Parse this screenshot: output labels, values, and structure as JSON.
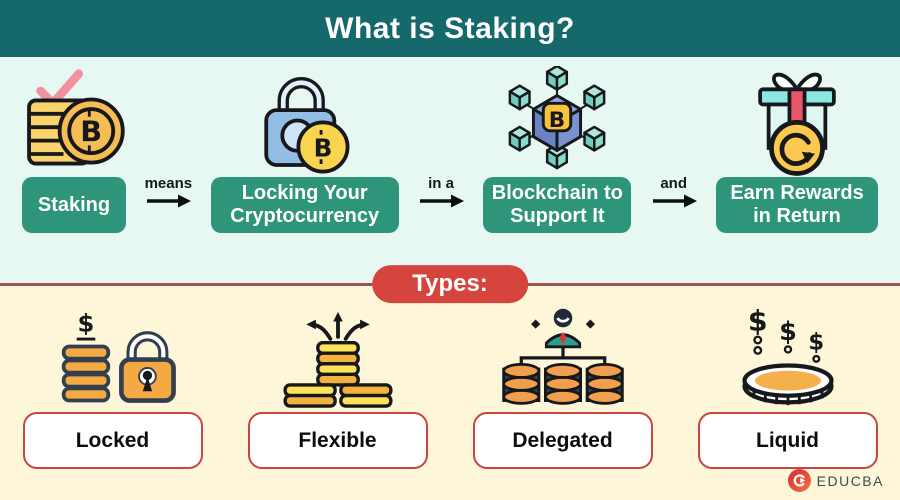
{
  "header": {
    "title": "What is Staking?"
  },
  "flow": {
    "steps": [
      {
        "icon": "bitcoin-coins-check-icon",
        "label": "Staking"
      },
      {
        "icon": "padlock-bitcoin-icon",
        "label": "Locking Your Cryptocurrency"
      },
      {
        "icon": "blockchain-network-icon",
        "label": "Blockchain to Support It"
      },
      {
        "icon": "gift-reward-coin-icon",
        "label": "Earn Rewards in Return"
      }
    ],
    "connectors": [
      {
        "label": "means"
      },
      {
        "label": "in a"
      },
      {
        "label": "and"
      }
    ]
  },
  "types": {
    "heading": "Types:",
    "items": [
      {
        "icon": "locked-coins-padlock-icon",
        "label": "Locked"
      },
      {
        "icon": "coins-branch-arrows-icon",
        "label": "Flexible"
      },
      {
        "icon": "delegated-person-coins-icon",
        "label": "Delegated"
      },
      {
        "icon": "liquid-coin-dollars-icon",
        "label": "Liquid"
      }
    ]
  },
  "branding": {
    "logo_text": "EDUCBA"
  },
  "colors": {
    "header_bg": "#15696b",
    "flow_bg": "#e7f8f3",
    "types_bg": "#fdf6d8",
    "step_button_bg": "#2e957a",
    "types_pill_bg": "#d6453d",
    "divider": "#9a544c",
    "type_box_border": "#c94540",
    "coin_gold": "#f9c84f",
    "lock_blue": "#92bde4",
    "cube_teal": "#7fd4c4",
    "logo_red": "#e23b3b"
  }
}
